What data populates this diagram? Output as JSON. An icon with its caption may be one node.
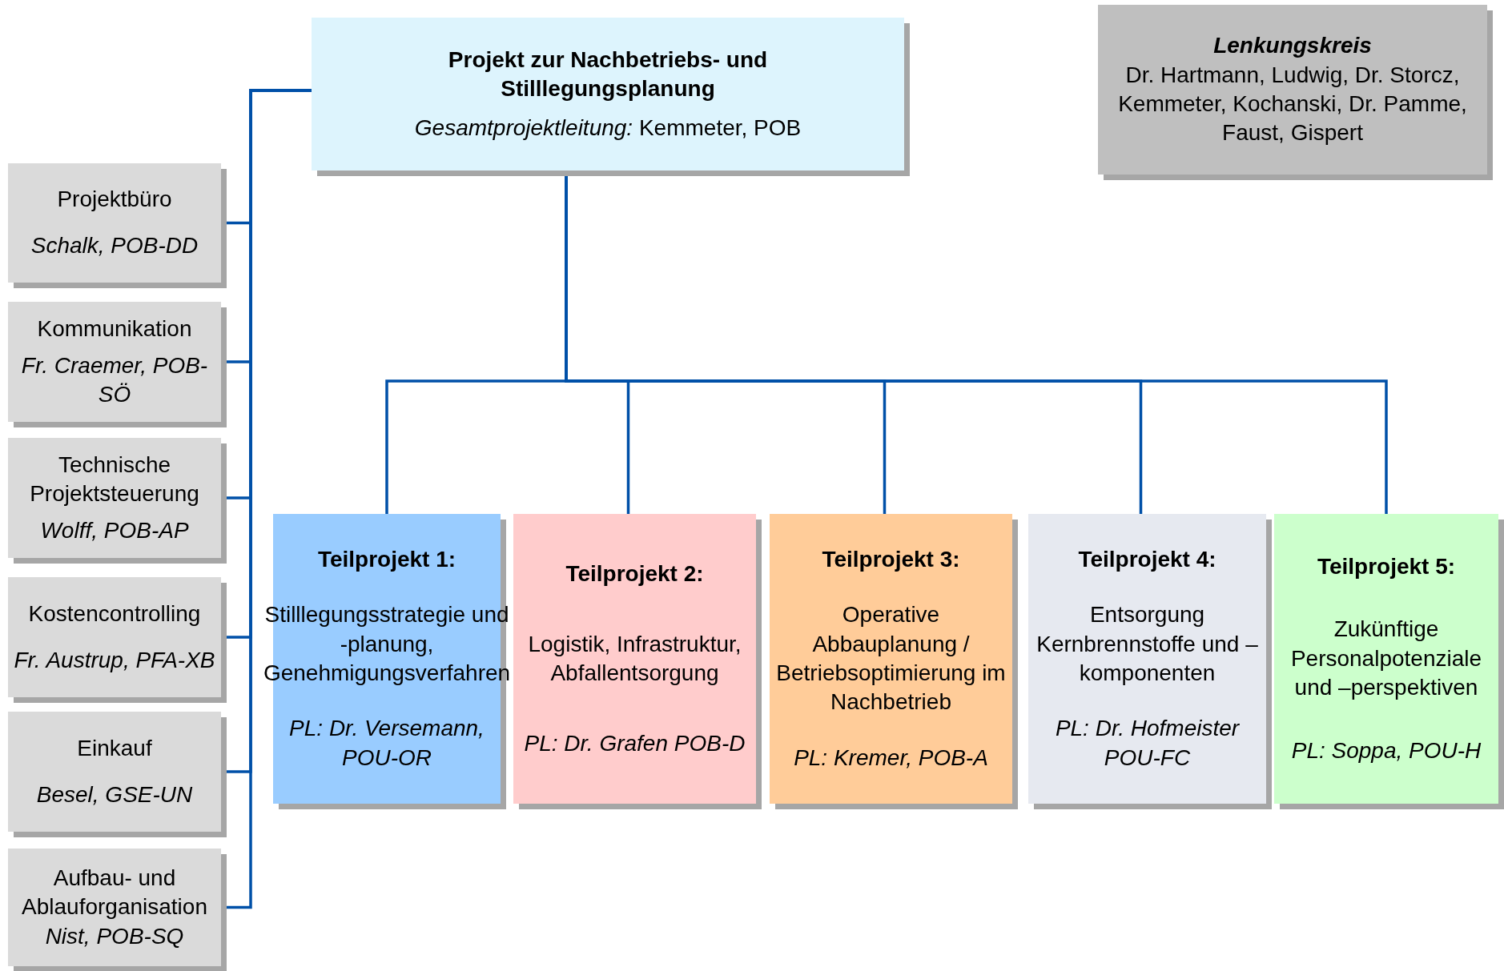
{
  "diagram": {
    "nodes": [
      {
        "text": [
          "Projekt zur Nachbetriebs- und Stilllegungsplanung",
          "*Gesamtprojektleitung:* Kemmeter, POB"
        ]
      },
      {
        "text": [
          "Lenkungskreis",
          "Dr. Hartmann, Ludwig, Dr. Storcz, Kemmeter, Kochanski, Dr. Pamme, Faust, Gispert"
        ]
      },
      {
        "text": [
          "Projektbüro",
          "Schalk, POB-DD"
        ]
      },
      {
        "text": [
          "Kommunikation",
          "Fr. Craemer, POB-SÖ"
        ]
      },
      {
        "text": [
          "Technische Projektsteuerung",
          "Wolff, POB-AP"
        ]
      },
      {
        "text": [
          "Kostencontrolling",
          "Fr. Austrup, PFA-XB"
        ]
      },
      {
        "text": [
          "Einkauf",
          "Besel, GSE-UN"
        ]
      },
      {
        "text": [
          "Aufbau- und Ablauforganisation",
          "Nist, POB-SQ"
        ]
      },
      {
        "text": [
          "Teilprojekt 1:",
          "Stilllegungsstrategie und -planung, Genehmigungsverfahren",
          "PL: Dr. Versemann, POU-OR"
        ]
      },
      {
        "text": [
          "Teilprojekt 2:",
          "Logistik, Infrastruktur, Abfallentsorgung",
          "PL: Dr. Grafen POB-D"
        ]
      },
      {
        "text": [
          "Teilprojekt 3:",
          "Operative Abbauplanung / Betriebsoptimierung im Nachbetrieb",
          "PL: Kremer, POB-A"
        ]
      },
      {
        "text": [
          "Teilprojekt 4:",
          "Entsorgung Kernbrennstoffe und –komponenten",
          "PL: Dr. Hofmeister POU-FC"
        ]
      },
      {
        "text": [
          "Teilprojekt 5:",
          "Zukünftige Personalpotenziale und –perspektiven",
          "PL: Soppa, POU-H"
        ]
      }
    ],
    "edges": [
      {
        "from": 0,
        "to": 2,
        "arrow": "none"
      },
      {
        "from": 0,
        "to": 3,
        "arrow": "none"
      },
      {
        "from": 0,
        "to": 4,
        "arrow": "none"
      },
      {
        "from": 0,
        "to": 5,
        "arrow": "none"
      },
      {
        "from": 0,
        "to": 6,
        "arrow": "none"
      },
      {
        "from": 0,
        "to": 7,
        "arrow": "none"
      },
      {
        "from": 0,
        "to": 8,
        "arrow": "none"
      },
      {
        "from": 0,
        "to": 9,
        "arrow": "none"
      },
      {
        "from": 0,
        "to": 10,
        "arrow": "none"
      },
      {
        "from": 0,
        "to": 11,
        "arrow": "none"
      },
      {
        "from": 0,
        "to": 12,
        "arrow": "none"
      }
    ]
  }
}
